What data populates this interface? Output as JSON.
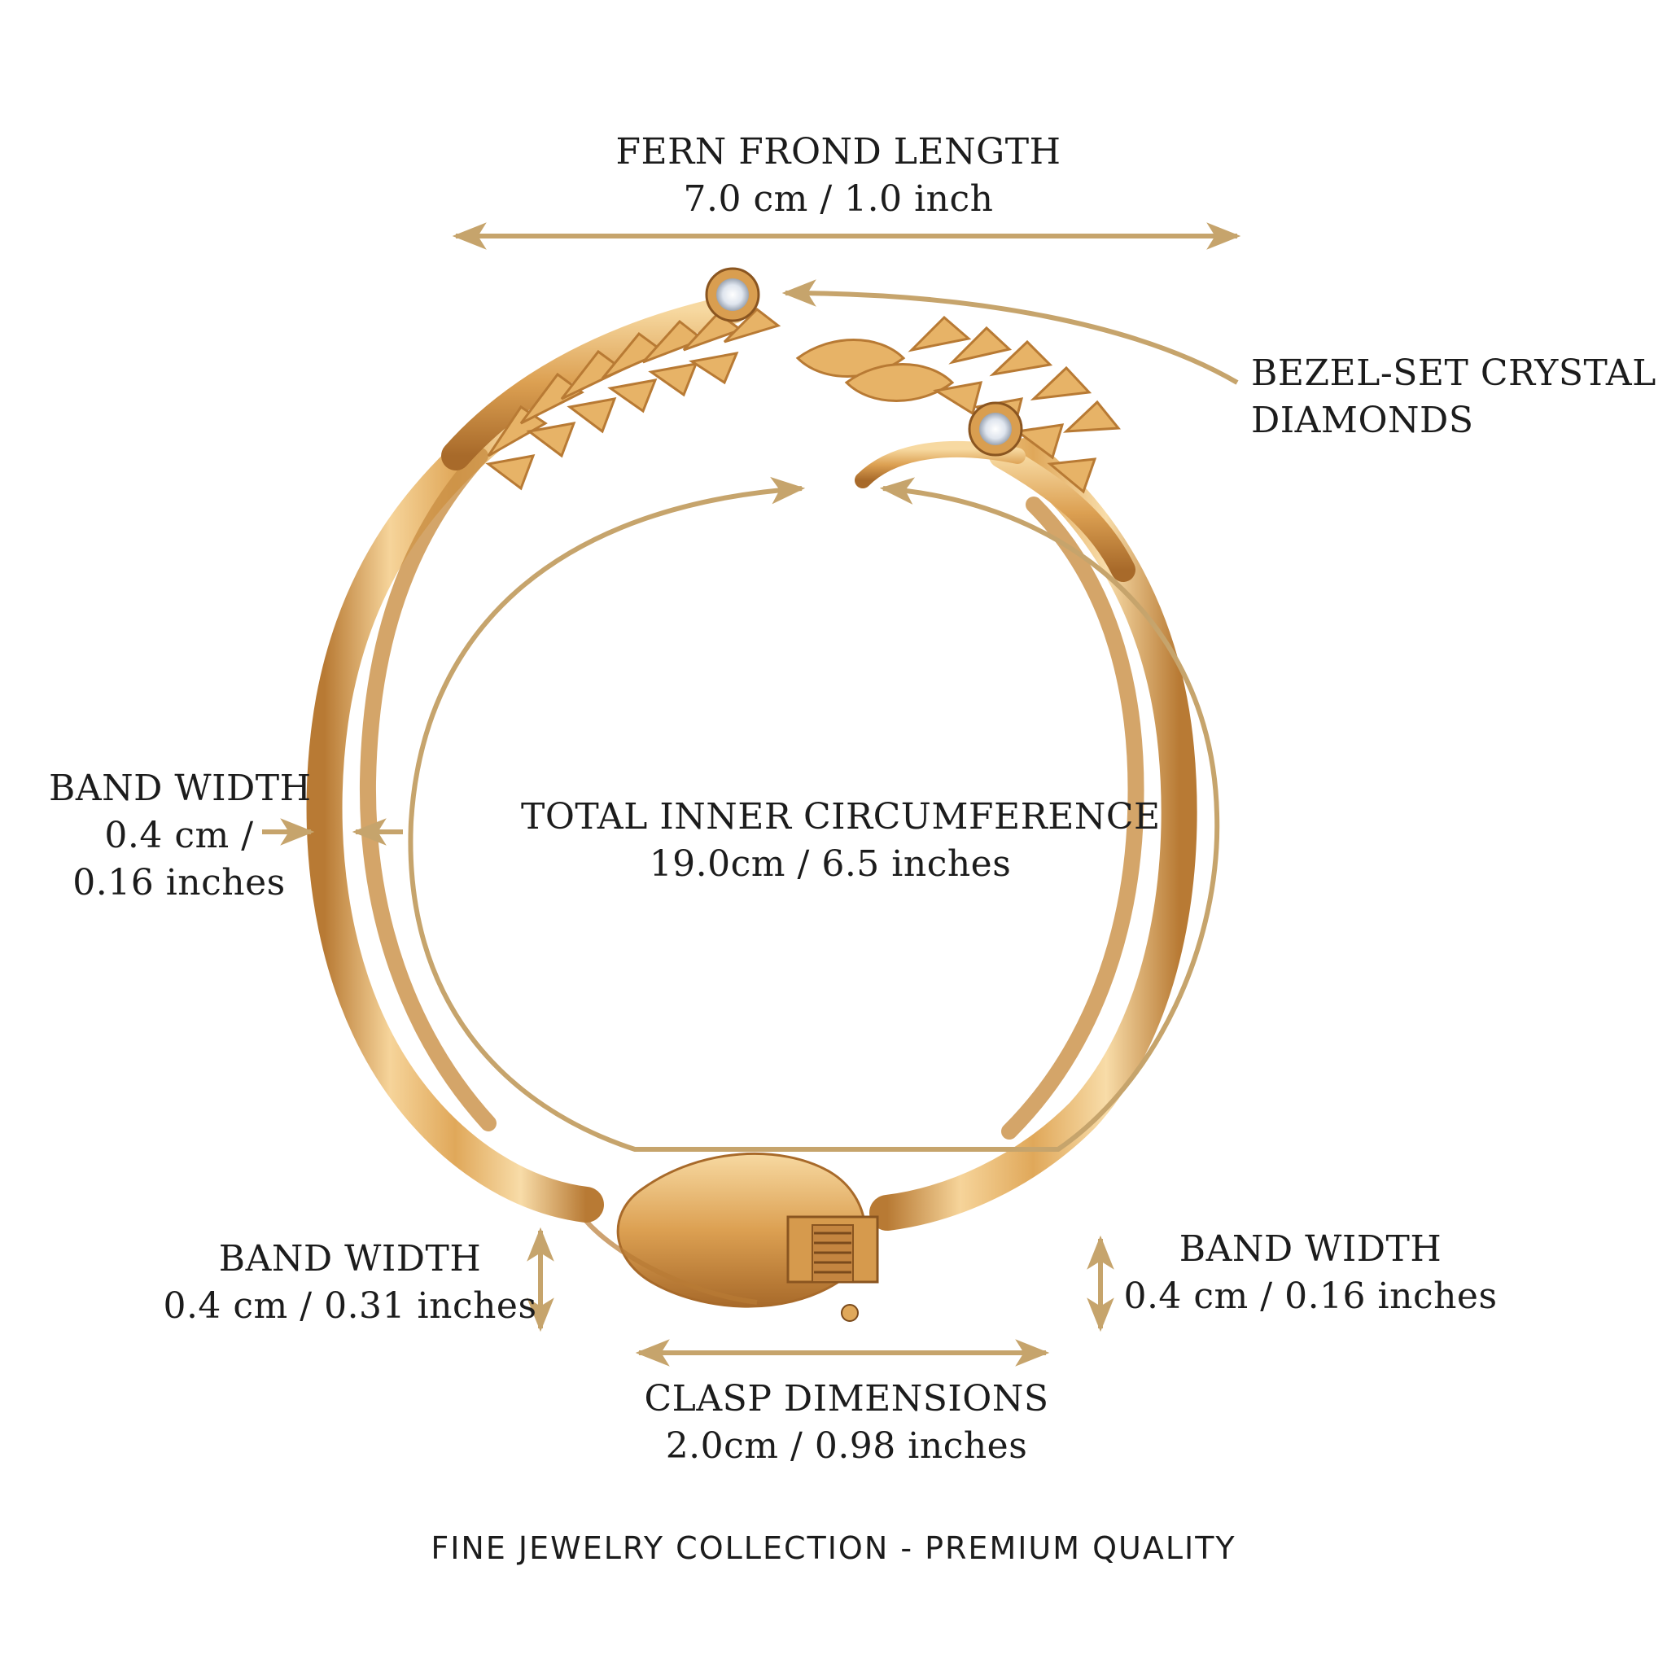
{
  "labels": {
    "fern_frond": {
      "title": "FERN FROND LENGTH",
      "value": "7.0 cm / 1.0 inch"
    },
    "bezel": {
      "line1": "BEZEL-SET CRYSTAL",
      "line2": "DIAMONDS"
    },
    "band_left": {
      "title": "BAND WIDTH",
      "line1": "0.4 cm /",
      "line2": "0.16 inches"
    },
    "inner_circumference": {
      "title": "TOTAL INNER CIRCUMFERENCE",
      "value": "19.0cm / 6.5 inches"
    },
    "band_bottom_left": {
      "title": "BAND WIDTH",
      "value": "0.4 cm / 0.31 inches"
    },
    "band_bottom_right": {
      "title": "BAND WIDTH",
      "value": "0.4 cm / 0.16 inches"
    },
    "clasp": {
      "title": "CLASP DIMENSIONS",
      "value": "2.0cm / 0.98 inches"
    }
  },
  "footer": "FINE JEWELRY COLLECTION - PREMIUM QUALITY",
  "colors": {
    "arrow": "#c6a46c",
    "gold_light": "#f6d49a",
    "gold_mid": "#e0a85a",
    "gold_dark": "#b87a34",
    "crystal": "#eef2f7"
  },
  "icons": [
    "bangle-image",
    "crystal-stone-icon",
    "hinge-spring-icon",
    "double-arrow-icon"
  ]
}
